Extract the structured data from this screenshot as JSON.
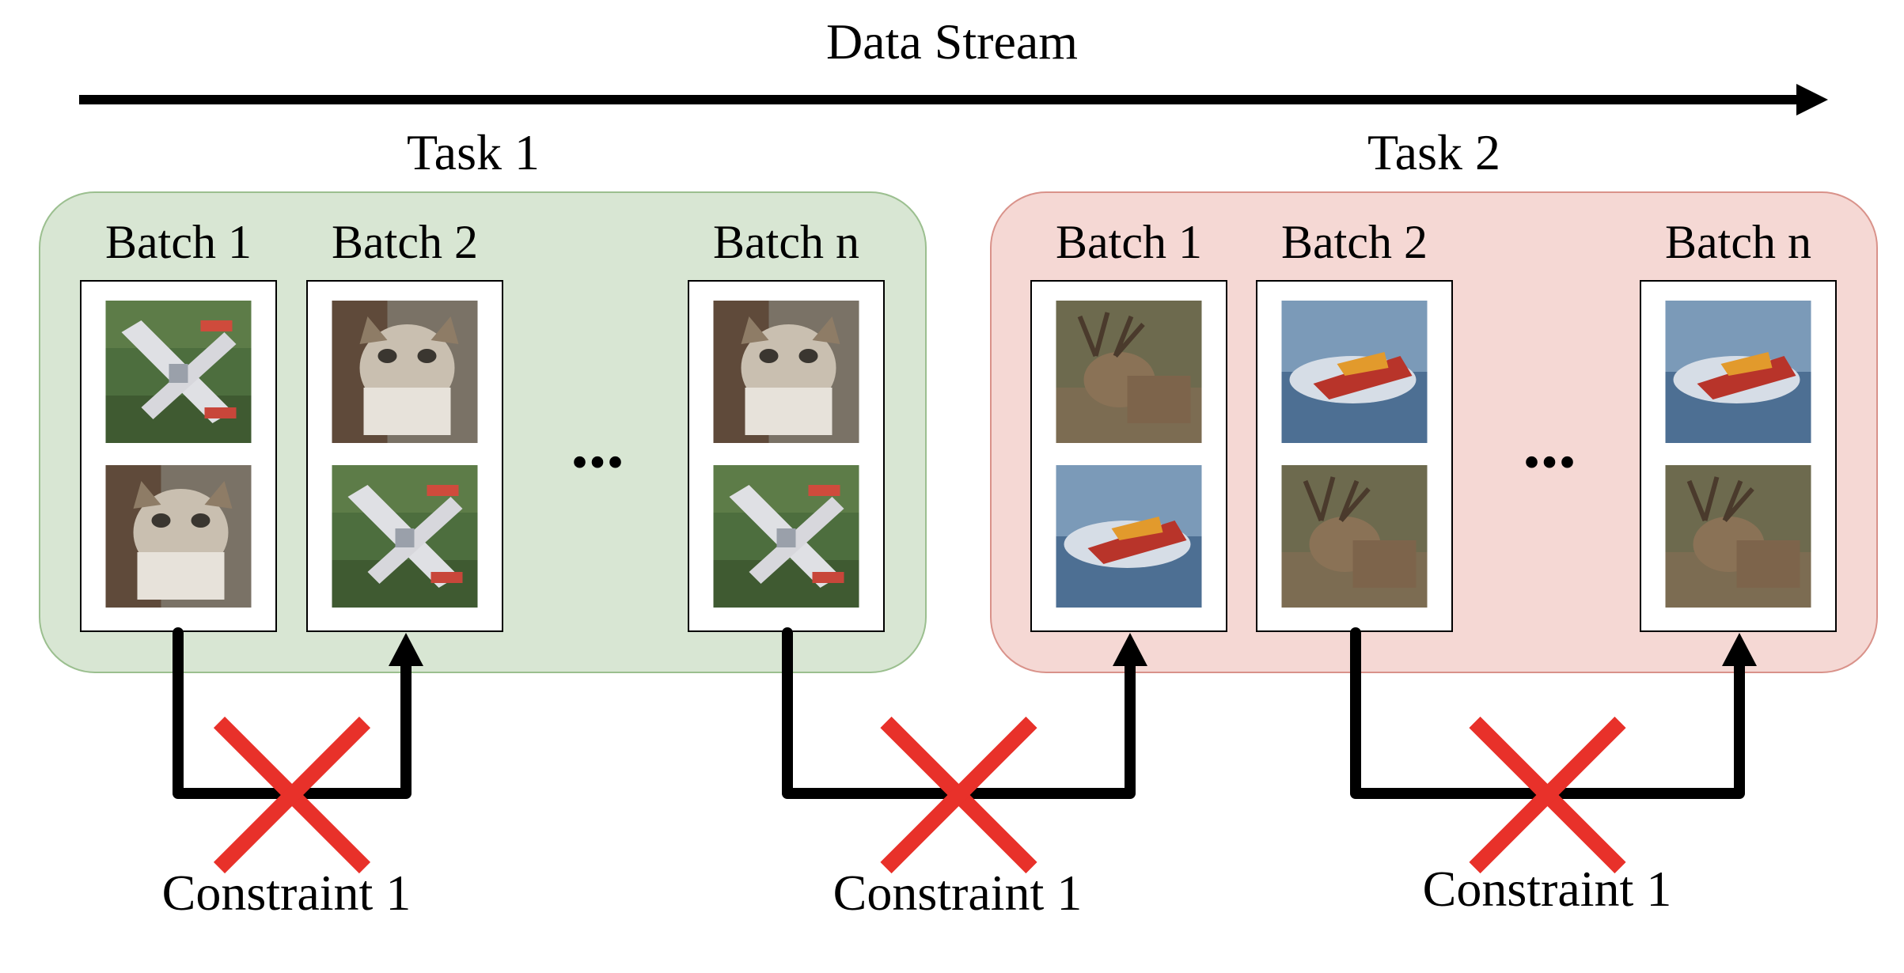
{
  "stream": {
    "label": "Data Stream"
  },
  "tasks": [
    {
      "label": "Task 1",
      "color": "#d8e6d3",
      "border": "#9bbf8f",
      "batches": [
        {
          "label": "Batch 1",
          "images": [
            "airplane",
            "cat"
          ]
        },
        {
          "label": "Batch 2",
          "images": [
            "cat",
            "airplane"
          ]
        },
        {
          "label": "Batch n",
          "images": [
            "cat",
            "airplane"
          ]
        }
      ]
    },
    {
      "label": "Task 2",
      "color": "#f5d8d4",
      "border": "#d9928a",
      "batches": [
        {
          "label": "Batch 1",
          "images": [
            "deer",
            "ship"
          ]
        },
        {
          "label": "Batch 2",
          "images": [
            "ship",
            "deer"
          ]
        },
        {
          "label": "Batch n",
          "images": [
            "ship",
            "deer"
          ]
        }
      ]
    }
  ],
  "ellipsis": "...",
  "constraints": [
    {
      "label": "Constraint 1"
    },
    {
      "label": "Constraint 1"
    },
    {
      "label": "Constraint 1"
    }
  ],
  "colors": {
    "cross": "#e8312a",
    "arrow": "#000000"
  }
}
